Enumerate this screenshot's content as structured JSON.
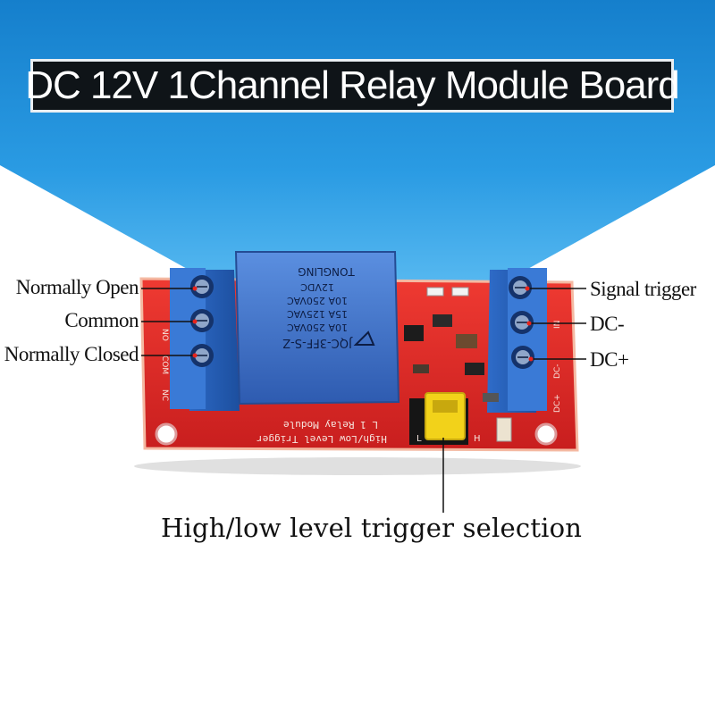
{
  "title": "DC 12V 1Channel Relay Module Board",
  "callouts": {
    "normally_open": "Normally Open",
    "common": "Common",
    "normally_closed": "Normally Closed",
    "signal_trigger": "Signal trigger",
    "dc_minus": "DC-",
    "dc_plus": "DC+",
    "trigger_selection": "High/low level trigger selection"
  },
  "relay": {
    "line1": "JQC-3FF-S-Z",
    "line2": "10A 250VAC",
    "line3": "15A 125VAC",
    "line4": "10A 250VAC",
    "line5": "12VDC",
    "brand": "TONGLING"
  },
  "board": {
    "silk_line1": "High/Low Level Trigger",
    "silk_line2": "L 1 Relay Module",
    "jumper_l": "L",
    "jumper_h": "H",
    "left_pins": [
      "NO",
      "COM",
      "NC"
    ],
    "right_pins": [
      "IN",
      "DC-",
      "DC+"
    ]
  },
  "colors": {
    "background_blue": "#1f8fd8",
    "board_red": "#e52a2a",
    "terminal_blue": "#2d6fc8",
    "relay_blue": "#3c6fc4",
    "jumper_yellow": "#f2d21a"
  }
}
